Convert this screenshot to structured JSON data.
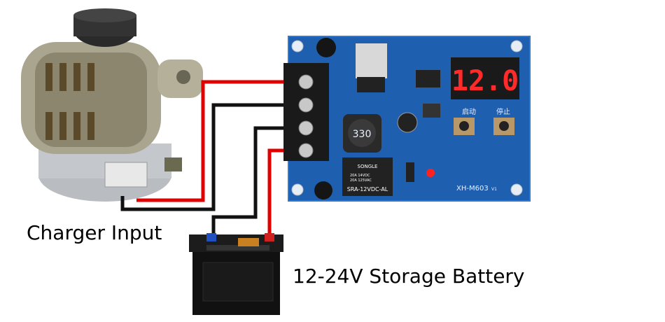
{
  "labels": {
    "charger_input": "Charger Input",
    "storage_battery": "12-24V Storage Battery"
  },
  "board": {
    "display_value": "12.0",
    "model": "XH-M603",
    "version": "V1",
    "start_button_label": "启动",
    "stop_button_label": "停止",
    "inductor_marking": "330",
    "relay_brand": "SONGLE",
    "relay_rating_1": "20A 14VDC",
    "relay_rating_2": "20A 125VAC",
    "relay_model": "SRA-12VDC-AL"
  },
  "colors": {
    "board_blue": "#1f5fb0",
    "wire_red": "#e00000",
    "wire_black": "#111111",
    "display_red": "#ff2a2a"
  }
}
